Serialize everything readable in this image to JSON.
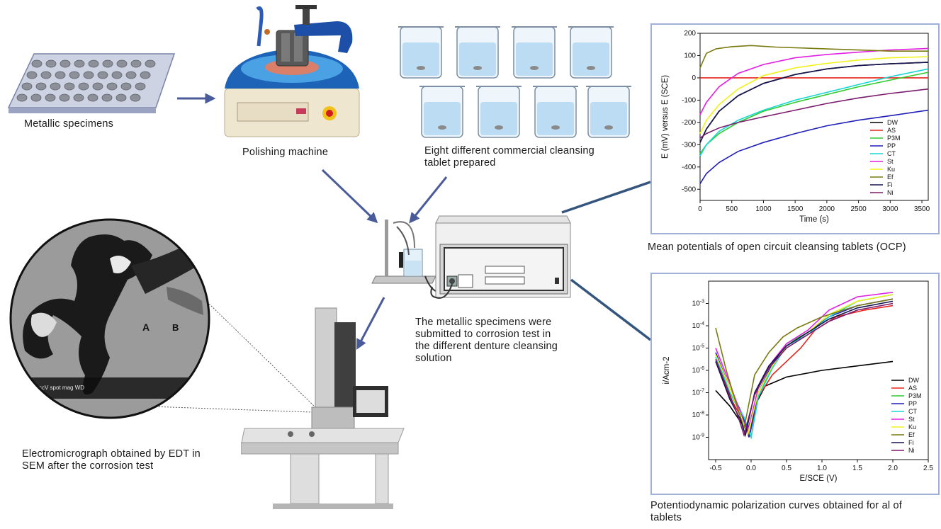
{
  "captions": {
    "specimens": "Metallic specimens",
    "polishing": "Polishing machine",
    "tablets_line1": "Eight different commercial cleansing",
    "tablets_line2": "tablet prepared",
    "corrosion_line1": "The metallic specimens were",
    "corrosion_line2": "submitted to corrosion test in",
    "corrosion_line3": "the different denture cleansing",
    "corrosion_line4": "solution",
    "ocp": "Mean potentials of open circuit cleansing tablets (OCP)",
    "pdp_line1": "Potentiodynamic polarization curves obtained for al of",
    "pdp_line2": "tablets",
    "sem_line1": "Electromicrograph obtained by EDT in",
    "sem_line2": "SEM after the corrosion test"
  },
  "sem_labels": {
    "a": "A",
    "b": "B",
    "bar": "ccV spot mag WD"
  },
  "colors": {
    "DW": "#000000",
    "AS": "#e8231b",
    "P3M": "#2ecc2e",
    "PP": "#1f1fb8",
    "CT": "#19d6d6",
    "St": "#e21fe2",
    "Ku": "#f2f21a",
    "Ef": "#7a7a10",
    "Fi": "#15154f",
    "Ni": "#7a1b6d",
    "arrow": "#4a5b9a",
    "panel_border": "#9fb1d6"
  },
  "chart_data": [
    {
      "type": "line",
      "title": "",
      "xlabel": "Time (s)",
      "ylabel": "E (mV) versus E (SCE)",
      "xlim": [
        0,
        3600
      ],
      "ylim": [
        -550,
        200
      ],
      "xticks": [
        "0",
        "500",
        "1000",
        "1500",
        "2000",
        "2500",
        "3000",
        "3500"
      ],
      "yticks": [
        "200",
        "100",
        "0",
        "-100",
        "-200",
        "-300",
        "-400",
        "-500"
      ],
      "legend": "right",
      "series": [
        {
          "name": "DW",
          "x": [
            0,
            100,
            300,
            600,
            1000,
            1500,
            2000,
            2500,
            3000,
            3600
          ],
          "values": [
            -290,
            -230,
            -150,
            -80,
            -25,
            15,
            40,
            55,
            63,
            70
          ]
        },
        {
          "name": "AS",
          "x": [
            0,
            3600
          ],
          "values": [
            0,
            0
          ]
        },
        {
          "name": "P3M",
          "x": [
            0,
            100,
            300,
            600,
            1000,
            1500,
            2000,
            2500,
            3000,
            3600
          ],
          "values": [
            -340,
            -300,
            -250,
            -200,
            -150,
            -110,
            -75,
            -40,
            -10,
            25
          ]
        },
        {
          "name": "PP",
          "x": [
            0,
            100,
            300,
            600,
            1000,
            1500,
            2000,
            2500,
            3000,
            3600
          ],
          "values": [
            -475,
            -430,
            -380,
            -330,
            -290,
            -250,
            -215,
            -190,
            -170,
            -145
          ]
        },
        {
          "name": "CT",
          "x": [
            0,
            100,
            300,
            600,
            1000,
            1500,
            2000,
            2500,
            3000,
            3600
          ],
          "values": [
            -350,
            -300,
            -240,
            -190,
            -145,
            -100,
            -65,
            -30,
            5,
            40
          ]
        },
        {
          "name": "St",
          "x": [
            0,
            100,
            300,
            600,
            1000,
            1500,
            2000,
            2500,
            3000,
            3600
          ],
          "values": [
            -165,
            -110,
            -40,
            20,
            60,
            90,
            105,
            115,
            125,
            132
          ]
        },
        {
          "name": "Ku",
          "x": [
            0,
            100,
            300,
            600,
            1000,
            1500,
            2000,
            2500,
            3000,
            3600
          ],
          "values": [
            -250,
            -190,
            -120,
            -50,
            10,
            45,
            65,
            80,
            90,
            95
          ]
        },
        {
          "name": "Ef",
          "x": [
            0,
            100,
            250,
            500,
            800,
            1200,
            1800,
            2500,
            3000,
            3600
          ],
          "values": [
            45,
            110,
            130,
            140,
            145,
            138,
            132,
            125,
            120,
            120
          ]
        },
        {
          "name": "Fi",
          "x": [
            0,
            100,
            300,
            600,
            1000,
            1500,
            2000,
            2500,
            3000,
            3600
          ],
          "values": [
            -290,
            -230,
            -150,
            -80,
            -25,
            15,
            40,
            55,
            63,
            70
          ]
        },
        {
          "name": "Ni",
          "x": [
            0,
            100,
            300,
            600,
            1000,
            1500,
            2000,
            2500,
            3000,
            3600
          ],
          "values": [
            -270,
            -250,
            -225,
            -200,
            -175,
            -145,
            -115,
            -90,
            -70,
            -50
          ]
        }
      ]
    },
    {
      "type": "line",
      "title": "",
      "xlabel": "E/SCE (V)",
      "ylabel": "i/Acm-2",
      "xlim": [
        -0.6,
        2.5
      ],
      "ylim": [
        -10,
        -2
      ],
      "yscale": "log",
      "xticks": [
        "-0.5",
        "0.0",
        "0.5",
        "1.0",
        "1.5",
        "2.0",
        "2.5"
      ],
      "yticks": [
        "10^-3",
        "10^-4",
        "10^-5",
        "10^-6",
        "10^-7",
        "10^-8",
        "10^-9"
      ],
      "legend": "right",
      "series": [
        {
          "name": "DW",
          "x": [
            -0.5,
            -0.3,
            -0.15,
            -0.05,
            0.05,
            0.2,
            0.5,
            1.0,
            1.5,
            2.0
          ],
          "values": [
            -6.9,
            -7.6,
            -8.3,
            -8.7,
            -7.6,
            -6.7,
            -6.3,
            -6.0,
            -5.8,
            -5.6
          ]
        },
        {
          "name": "AS",
          "x": [
            -0.5,
            -0.3,
            -0.12,
            -0.02,
            0.1,
            0.3,
            0.5,
            0.7,
            0.9,
            1.2,
            1.6,
            2.0
          ],
          "values": [
            -5.6,
            -7.2,
            -8.2,
            -8.9,
            -7.2,
            -6.2,
            -5.6,
            -5.0,
            -4.2,
            -3.6,
            -3.3,
            -3.1
          ]
        },
        {
          "name": "P3M",
          "x": [
            -0.5,
            -0.3,
            -0.1,
            0.0,
            0.1,
            0.3,
            0.5,
            0.8,
            1.1,
            1.5,
            2.0
          ],
          "values": [
            -5.3,
            -7.0,
            -8.2,
            -9.0,
            -7.2,
            -5.8,
            -4.8,
            -4.3,
            -3.5,
            -2.9,
            -2.6
          ]
        },
        {
          "name": "PP",
          "x": [
            -0.5,
            -0.3,
            -0.12,
            -0.03,
            0.1,
            0.3,
            0.5,
            0.8,
            1.1,
            1.5,
            2.0
          ],
          "values": [
            -5.2,
            -6.8,
            -8.0,
            -9.0,
            -7.0,
            -5.7,
            -4.9,
            -4.3,
            -3.6,
            -3.1,
            -2.8
          ]
        },
        {
          "name": "CT",
          "x": [
            -0.5,
            -0.3,
            -0.1,
            0.0,
            0.1,
            0.3,
            0.5,
            0.8,
            1.1,
            1.5,
            2.0
          ],
          "values": [
            -5.4,
            -7.0,
            -8.1,
            -9.0,
            -7.2,
            -5.9,
            -4.9,
            -4.4,
            -3.6,
            -2.9,
            -2.6
          ]
        },
        {
          "name": "St",
          "x": [
            -0.5,
            -0.3,
            -0.15,
            -0.05,
            0.1,
            0.3,
            0.5,
            0.8,
            1.1,
            1.5,
            2.0
          ],
          "values": [
            -5.0,
            -6.6,
            -7.9,
            -8.8,
            -6.8,
            -5.6,
            -4.8,
            -4.2,
            -3.3,
            -2.7,
            -2.5
          ]
        },
        {
          "name": "Ku",
          "x": [
            -0.5,
            -0.3,
            -0.15,
            -0.05,
            0.1,
            0.3,
            0.5,
            0.8,
            1.1,
            1.5,
            2.0
          ],
          "values": [
            -5.3,
            -6.8,
            -8.0,
            -8.9,
            -7.0,
            -5.8,
            -4.9,
            -4.3,
            -3.5,
            -2.9,
            -2.6
          ]
        },
        {
          "name": "Ef",
          "x": [
            -0.5,
            -0.35,
            -0.2,
            -0.1,
            0.05,
            0.25,
            0.45,
            0.65,
            1.0,
            1.5,
            2.0
          ],
          "values": [
            -4.1,
            -6.0,
            -7.6,
            -8.6,
            -6.2,
            -5.2,
            -4.5,
            -4.1,
            -3.6,
            -3.1,
            -2.8
          ]
        },
        {
          "name": "Fi",
          "x": [
            -0.5,
            -0.3,
            -0.15,
            -0.08,
            0.05,
            0.25,
            0.5,
            0.8,
            1.1,
            1.5,
            2.0
          ],
          "values": [
            -5.6,
            -7.3,
            -8.2,
            -8.9,
            -7.0,
            -5.8,
            -4.9,
            -4.3,
            -3.7,
            -3.2,
            -2.9
          ]
        },
        {
          "name": "Ni",
          "x": [
            -0.5,
            -0.3,
            -0.18,
            -0.1,
            0.05,
            0.25,
            0.5,
            0.8,
            1.1,
            1.5,
            2.0
          ],
          "values": [
            -5.5,
            -7.1,
            -8.1,
            -8.9,
            -7.1,
            -5.9,
            -5.0,
            -4.4,
            -3.8,
            -3.3,
            -3.0
          ]
        }
      ]
    }
  ]
}
